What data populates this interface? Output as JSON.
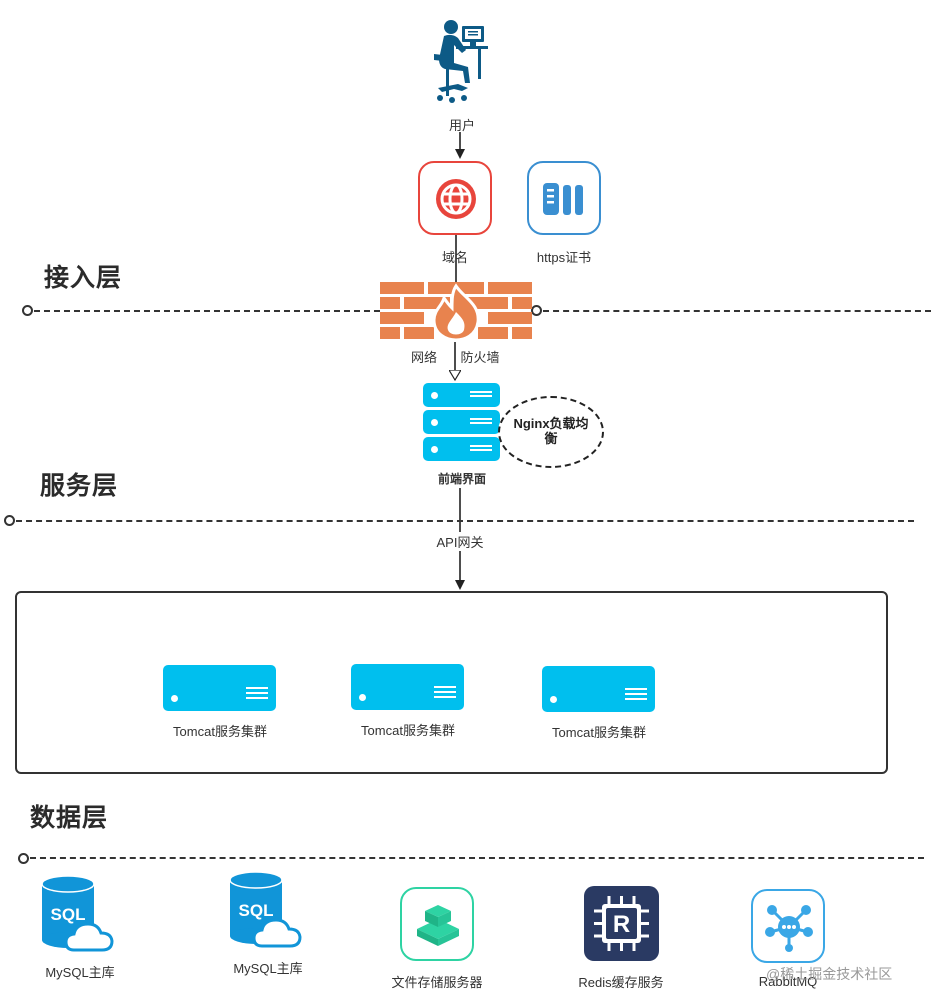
{
  "layers": {
    "access": "接入层",
    "service": "服务层",
    "data": "数据层"
  },
  "access_nodes": {
    "user": "用户",
    "domain": "域名",
    "https_cert": "https证书",
    "network": "网络",
    "firewall": "防火墙"
  },
  "service_nodes": {
    "frontend": "前端界面",
    "nginx": "Nginx负载均衡",
    "api_gateway": "API网关",
    "tomcat": [
      "Tomcat服务集群",
      "Tomcat服务集群",
      "Tomcat服务集群"
    ]
  },
  "data_nodes": {
    "mysql_1": "MySQL主库",
    "mysql_2": "MySQL主库",
    "file_storage": "文件存储服务器",
    "redis": "Redis缓存服务",
    "rabbitmq": "RabbitMQ",
    "sql_badge": "SQL",
    "redis_badge": "R"
  },
  "watermark": "@稀土掘金技术社区",
  "colors": {
    "server_blue": "#00bfee",
    "domain_red": "#e8453c",
    "cert_blue": "#3a8fd1",
    "firewall_orange": "#e8834e",
    "sql_blue": "#1195d8",
    "file_green": "#2ed3a3",
    "redis_navy": "#2a3a63",
    "rabbit_blue": "#3aa7e6"
  }
}
